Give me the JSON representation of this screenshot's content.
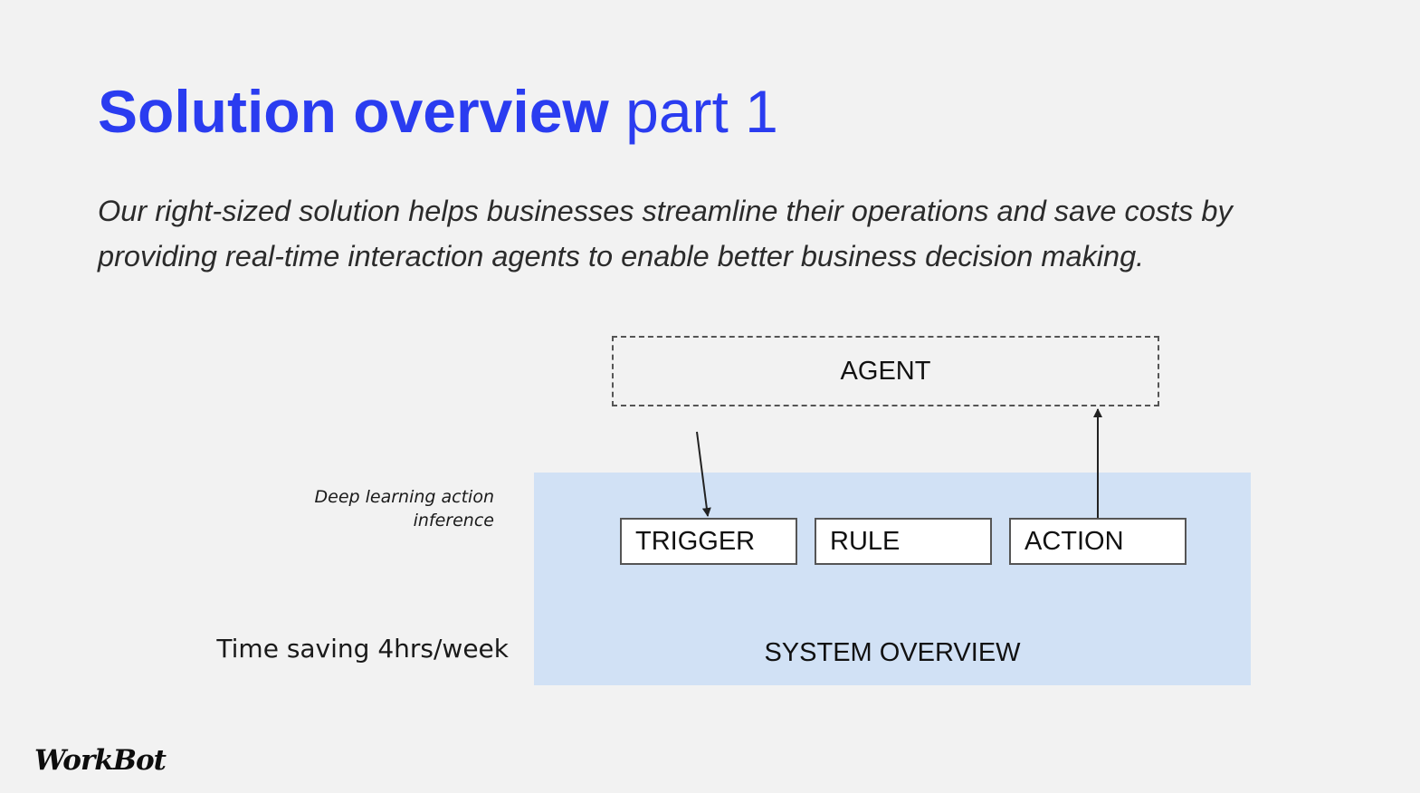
{
  "slide": {
    "title_bold": "Solution overview",
    "title_rest": " part 1",
    "subtitle": "Our right-sized solution helps businesses streamline their operations and save costs by providing real-time interaction agents to enable better business decision making."
  },
  "diagram": {
    "agent_label": "AGENT",
    "nodes": [
      {
        "label": "TRIGGER"
      },
      {
        "label": "RULE"
      },
      {
        "label": "ACTION"
      }
    ],
    "panel_label": "SYSTEM OVERVIEW",
    "annotation": "Deep learning action inference",
    "metric": "Time saving 4hrs/week",
    "edges": [
      {
        "from": "AGENT",
        "to": "TRIGGER"
      },
      {
        "from": "ACTION",
        "to": "AGENT"
      }
    ]
  },
  "branding": {
    "logo_text": "WorkBot"
  },
  "colors": {
    "title": "#2a3cf0",
    "panel": "#d1e1f5",
    "background": "#f2f2f2"
  }
}
